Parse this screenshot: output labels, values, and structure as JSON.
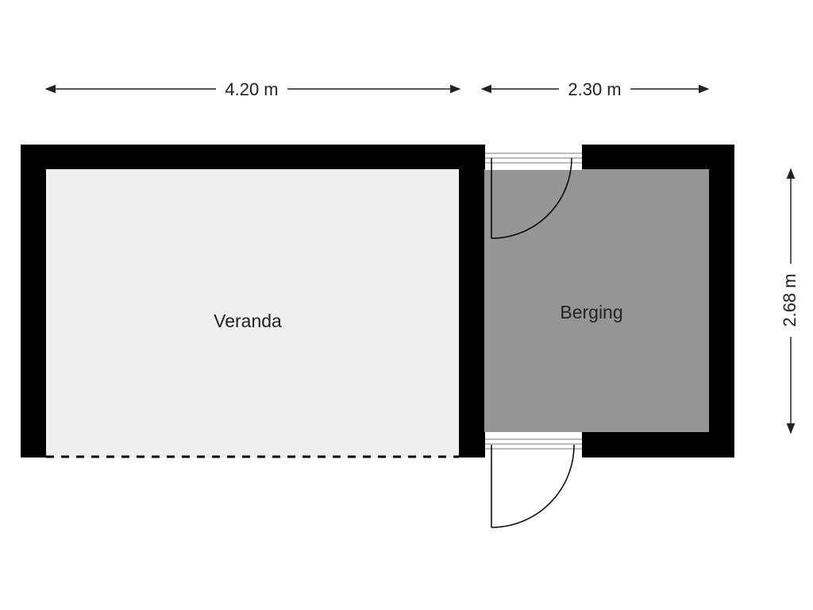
{
  "dimensions": {
    "width_veranda": "4.20 m",
    "width_berging": "2.30 m",
    "depth": "2.68 m"
  },
  "rooms": {
    "veranda": "Veranda",
    "berging": "Berging"
  },
  "colors": {
    "wall": "#000000",
    "veranda_floor": "#f0efef",
    "berging_floor": "#959595",
    "dimension_line": "#222222"
  }
}
